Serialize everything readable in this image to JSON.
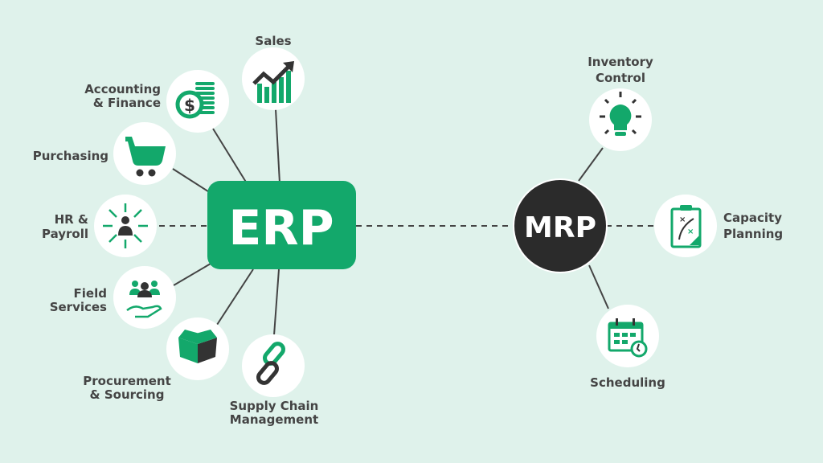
{
  "title": "ERP vs MRP",
  "colors": {
    "background": "#dff2eb",
    "erp_green": "#13a86b",
    "mrp_dark": "#2b2b2b",
    "text": "#444444"
  },
  "erp": {
    "label": "ERP",
    "modules": [
      {
        "line1": "Sales",
        "icon": "growth-chart-icon"
      },
      {
        "line1": "Accounting",
        "line2": "& Finance",
        "icon": "dollar-coins-icon"
      },
      {
        "line1": "Purchasing",
        "icon": "shopping-cart-icon"
      },
      {
        "line1": "HR &",
        "line2": "Payroll",
        "icon": "person-arrows-icon"
      },
      {
        "line1": "Field",
        "line2": "Services",
        "icon": "hand-people-icon"
      },
      {
        "line1": "Procurement",
        "line2": "& Sourcing",
        "icon": "open-box-icon"
      },
      {
        "line1": "Supply Chain",
        "line2": "Management",
        "icon": "chain-link-icon"
      }
    ]
  },
  "mrp": {
    "label": "MRP",
    "modules": [
      {
        "line1": "Inventory",
        "line2": "Control",
        "icon": "lightbulb-icon"
      },
      {
        "line1": "Capacity",
        "line2": "Planning",
        "icon": "clipboard-plan-icon"
      },
      {
        "line1": "Scheduling",
        "icon": "calendar-clock-icon"
      }
    ]
  }
}
